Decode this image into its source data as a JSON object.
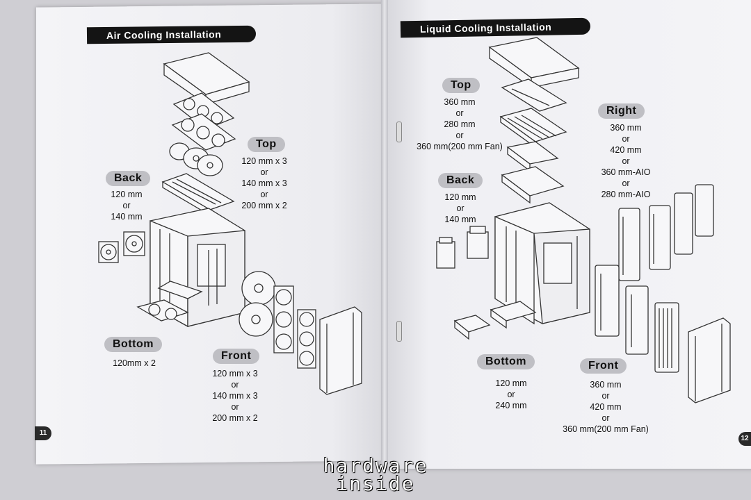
{
  "left_page": {
    "header": "Air Cooling Installation",
    "page_number": "11",
    "sections": [
      {
        "key": "top",
        "title": "Top",
        "lines": [
          "120 mm x 3",
          "or",
          "140 mm x 3",
          "or",
          "200 mm x 2"
        ]
      },
      {
        "key": "back",
        "title": "Back",
        "lines": [
          "120 mm",
          "or",
          "140 mm"
        ]
      },
      {
        "key": "bottom",
        "title": "Bottom",
        "lines": [
          "120mm x 2"
        ]
      },
      {
        "key": "front",
        "title": "Front",
        "lines": [
          "120 mm x 3",
          "or",
          "140 mm x 3",
          "or",
          "200 mm x 2"
        ]
      }
    ]
  },
  "right_page": {
    "header": "Liquid Cooling Installation",
    "page_number": "12",
    "sections": [
      {
        "key": "top",
        "title": "Top",
        "lines": [
          "360  mm",
          "or",
          "280 mm",
          "or",
          "360 mm(200 mm Fan)"
        ]
      },
      {
        "key": "right",
        "title": "Right",
        "lines": [
          "360 mm",
          "or",
          "420 mm",
          "or",
          "360 mm-AIO",
          "or",
          "280 mm-AIO"
        ]
      },
      {
        "key": "back",
        "title": "Back",
        "lines": [
          "120 mm",
          "or",
          "140 mm"
        ]
      },
      {
        "key": "bottom",
        "title": "Bottom",
        "lines": [
          "120 mm",
          "or",
          "240 mm"
        ]
      },
      {
        "key": "front",
        "title": "Front",
        "lines": [
          "360 mm",
          "or",
          "420 mm",
          "or",
          "360 mm(200 mm Fan)"
        ]
      }
    ]
  },
  "watermark": {
    "line1": "hardware",
    "line2": "inside"
  },
  "colors": {
    "header_bg": "#141414",
    "pill_bg": "#bfbfc4",
    "page_bg": "#f3f3f6"
  }
}
